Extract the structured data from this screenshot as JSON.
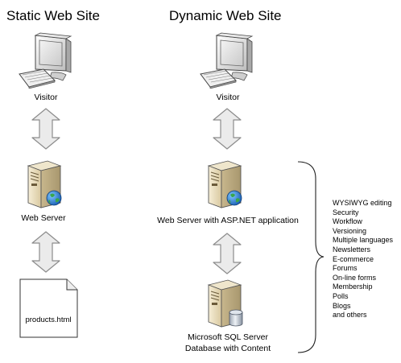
{
  "static": {
    "heading": "Static Web Site",
    "visitor": "Visitor",
    "server": "Web Server",
    "file": "products.html"
  },
  "dynamic": {
    "heading": "Dynamic Web Site",
    "visitor": "Visitor",
    "server": "Web Server with ASP.NET application",
    "database_line1": "Microsoft SQL Server",
    "database_line2": "Database with Content"
  },
  "features": [
    "WYSIWYG editing",
    "Security",
    "Workflow",
    "Versioning",
    "Multiple languages",
    "Newsletters",
    "E-commerce",
    "Forums",
    "On-line forms",
    "Membership",
    "Polls",
    "Blogs",
    "and others"
  ],
  "colors": {
    "arrow_fill": "#ebebeb",
    "arrow_stroke": "#8c8c8c",
    "server_beige": "#e2d5b2",
    "monitor_gray": "#dcdcdc"
  }
}
